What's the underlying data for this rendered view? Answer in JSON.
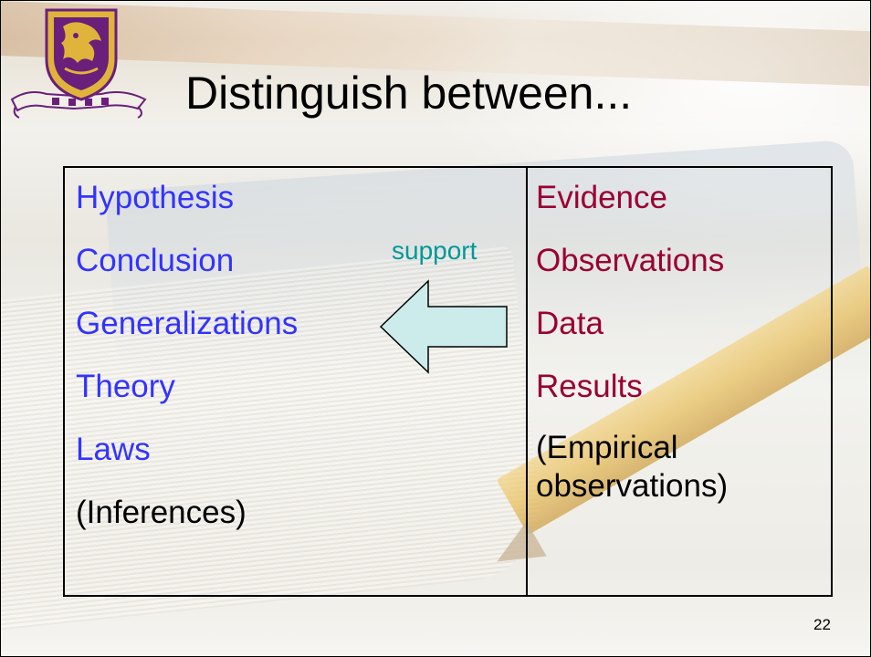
{
  "slide": {
    "title": "Distinguish between...",
    "page_number": "22"
  },
  "left_column": {
    "items": [
      "Hypothesis",
      "Conclusion",
      "Generalizations",
      "Theory",
      "Laws"
    ],
    "note": "(Inferences)"
  },
  "right_column": {
    "items": [
      "Evidence",
      "Observations",
      "Data",
      "Results"
    ],
    "note": "(Empirical observations)"
  },
  "arrow": {
    "label": "support",
    "direction": "left"
  },
  "colors": {
    "left_text": "#3333ff",
    "right_text": "#990033",
    "support_text": "#009999",
    "arrow_fill": "#ccecec",
    "logo_purple": "#6a1f7a",
    "logo_gold": "#e0b43a"
  },
  "icons": {
    "logo": "university-crest-icon",
    "arrow": "left-arrow-icon"
  }
}
